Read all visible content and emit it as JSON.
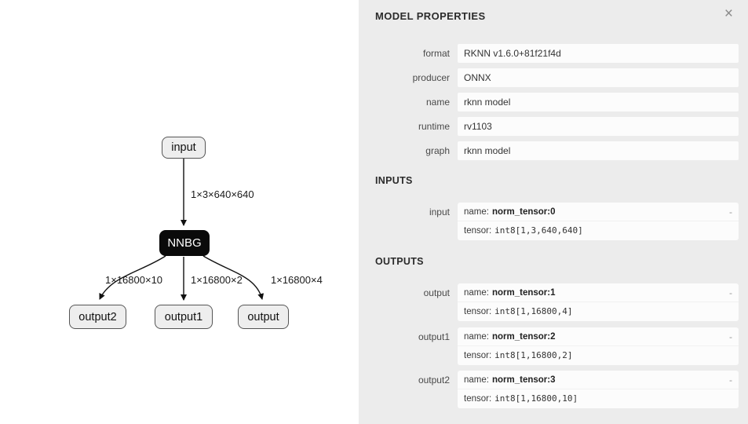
{
  "colors": {
    "panel_bg": "#ececec",
    "card_bg": "#fcfcfc",
    "node_fill": "#eeeeee",
    "node_border": "#555555",
    "nnbg_fill": "#0a0a0a",
    "nnbg_text": "#ffffff",
    "edge_color": "#111111"
  },
  "graph": {
    "nodes": {
      "input": "input",
      "nnbg": "NNBG",
      "output2": "output2",
      "output1": "output1",
      "output": "output"
    },
    "edge_labels": {
      "input_nnbg": "1×3×640×640",
      "nnbg_output2": "1×16800×10",
      "nnbg_output1": "1×16800×2",
      "nnbg_output": "1×16800×4"
    }
  },
  "panel": {
    "title": "MODEL PROPERTIES",
    "close_label": "×",
    "properties": [
      {
        "label": "format",
        "value": "RKNN v1.6.0+81f21f4d"
      },
      {
        "label": "producer",
        "value": "ONNX"
      },
      {
        "label": "name",
        "value": "rknn model"
      },
      {
        "label": "runtime",
        "value": "rv1103"
      },
      {
        "label": "graph",
        "value": "rknn model"
      }
    ],
    "inputs": {
      "title": "INPUTS",
      "items": [
        {
          "label": "input",
          "name_key": "name:",
          "name_value": "norm_tensor:0",
          "tensor_key": "tensor:",
          "tensor_value": "int8[1,3,640,640]",
          "collapse": "-"
        }
      ]
    },
    "outputs": {
      "title": "OUTPUTS",
      "items": [
        {
          "label": "output",
          "name_key": "name:",
          "name_value": "norm_tensor:1",
          "tensor_key": "tensor:",
          "tensor_value": "int8[1,16800,4]",
          "collapse": "-"
        },
        {
          "label": "output1",
          "name_key": "name:",
          "name_value": "norm_tensor:2",
          "tensor_key": "tensor:",
          "tensor_value": "int8[1,16800,2]",
          "collapse": "-"
        },
        {
          "label": "output2",
          "name_key": "name:",
          "name_value": "norm_tensor:3",
          "tensor_key": "tensor:",
          "tensor_value": "int8[1,16800,10]",
          "collapse": "-"
        }
      ]
    }
  }
}
